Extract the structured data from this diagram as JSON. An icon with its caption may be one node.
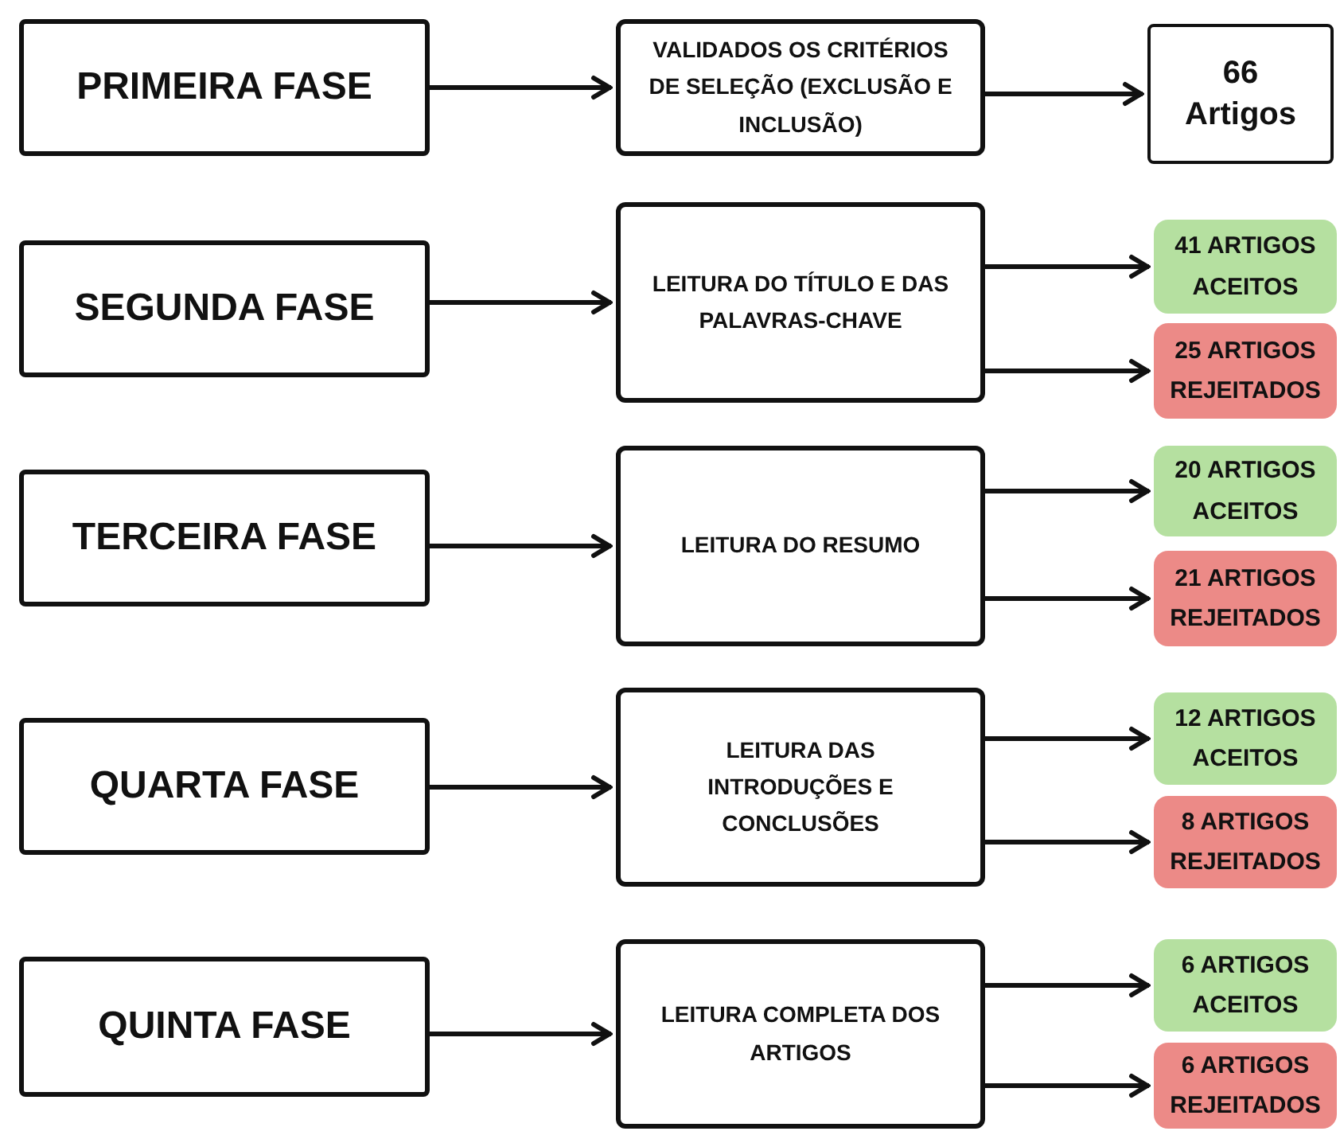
{
  "diagram": {
    "nodes": [
      {
        "text": [
          "PRIMEIRA FASE"
        ]
      },
      {
        "text": [
          "VALIDADOS OS CRITÉRIOS DE SELEÇÃO (EXCLUSÃO E INCLUSÃO)"
        ]
      },
      {
        "text": [
          "66 Artigos"
        ]
      },
      {
        "text": [
          "SEGUNDA FASE"
        ]
      },
      {
        "text": [
          "LEITURA DO TÍTULO E DAS PALAVRAS-CHAVE"
        ]
      },
      {
        "text": [
          "41 ARTIGOS ACEITOS"
        ]
      },
      {
        "text": [
          "25 ARTIGOS REJEITADOS"
        ]
      },
      {
        "text": [
          "TERCEIRA FASE"
        ]
      },
      {
        "text": [
          "LEITURA DO RESUMO"
        ]
      },
      {
        "text": [
          "20 ARTIGOS ACEITOS"
        ]
      },
      {
        "text": [
          "21 ARTIGOS REJEITADOS"
        ]
      },
      {
        "text": [
          "QUARTA FASE"
        ]
      },
      {
        "text": [
          "LEITURA DAS INTRODUÇÕES E CONCLUSÕES"
        ]
      },
      {
        "text": [
          "12 ARTIGOS ACEITOS"
        ]
      },
      {
        "text": [
          "8 ARTIGOS REJEITADOS"
        ]
      },
      {
        "text": [
          "QUINTA FASE"
        ]
      },
      {
        "text": [
          "LEITURA COMPLETA DOS ARTIGOS"
        ]
      },
      {
        "text": [
          "6 ARTIGOS ACEITOS"
        ]
      },
      {
        "text": [
          "6 ARTIGOS REJEITADOS"
        ]
      }
    ],
    "edges": [
      {
        "from": 0,
        "to": 1,
        "arrow": "to"
      },
      {
        "from": 1,
        "to": 2,
        "arrow": "to"
      },
      {
        "from": 3,
        "to": 4,
        "arrow": "to"
      },
      {
        "from": 4,
        "to": 5,
        "arrow": "to"
      },
      {
        "from": 4,
        "to": 6,
        "arrow": "to"
      },
      {
        "from": 7,
        "to": 8,
        "arrow": "to"
      },
      {
        "from": 8,
        "to": 9,
        "arrow": "to"
      },
      {
        "from": 8,
        "to": 10,
        "arrow": "to"
      },
      {
        "from": 11,
        "to": 12,
        "arrow": "to"
      },
      {
        "from": 12,
        "to": 13,
        "arrow": "to"
      },
      {
        "from": 12,
        "to": 14,
        "arrow": "to"
      },
      {
        "from": 15,
        "to": 16,
        "arrow": "to"
      },
      {
        "from": 16,
        "to": 17,
        "arrow": "to"
      },
      {
        "from": 16,
        "to": 18,
        "arrow": "to"
      }
    ]
  }
}
